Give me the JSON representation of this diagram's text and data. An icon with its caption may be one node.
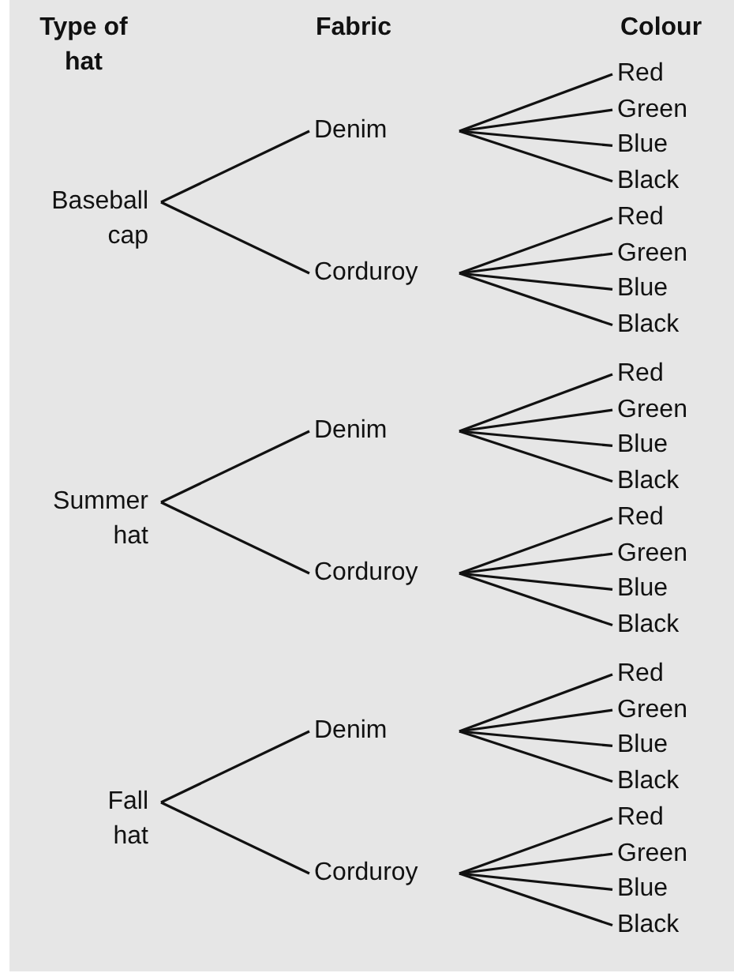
{
  "diagram": {
    "nodes": [
      {
        "text": [
          "Baseball cap"
        ]
      },
      {
        "text": [
          "Denim"
        ]
      },
      {
        "text": [
          "Red"
        ]
      },
      {
        "text": [
          "Green"
        ]
      },
      {
        "text": [
          "Blue"
        ]
      },
      {
        "text": [
          "Black"
        ]
      },
      {
        "text": [
          "Corduroy"
        ]
      },
      {
        "text": [
          "Red"
        ]
      },
      {
        "text": [
          "Green"
        ]
      },
      {
        "text": [
          "Blue"
        ]
      },
      {
        "text": [
          "Black"
        ]
      },
      {
        "text": [
          "Summer hat"
        ]
      },
      {
        "text": [
          "Denim"
        ]
      },
      {
        "text": [
          "Red"
        ]
      },
      {
        "text": [
          "Green"
        ]
      },
      {
        "text": [
          "Blue"
        ]
      },
      {
        "text": [
          "Black"
        ]
      },
      {
        "text": [
          "Corduroy"
        ]
      },
      {
        "text": [
          "Red"
        ]
      },
      {
        "text": [
          "Green"
        ]
      },
      {
        "text": [
          "Blue"
        ]
      },
      {
        "text": [
          "Black"
        ]
      },
      {
        "text": [
          "Fall hat"
        ]
      },
      {
        "text": [
          "Denim"
        ]
      },
      {
        "text": [
          "Red"
        ]
      },
      {
        "text": [
          "Green"
        ]
      },
      {
        "text": [
          "Blue"
        ]
      },
      {
        "text": [
          "Black"
        ]
      },
      {
        "text": [
          "Corduroy"
        ]
      },
      {
        "text": [
          "Red"
        ]
      },
      {
        "text": [
          "Green"
        ]
      },
      {
        "text": [
          "Blue"
        ]
      },
      {
        "text": [
          "Black"
        ]
      }
    ],
    "edges": [
      {
        "from": 0,
        "to": 1,
        "arrow": "none"
      },
      {
        "from": 1,
        "to": 2,
        "arrow": "none"
      },
      {
        "from": 1,
        "to": 3,
        "arrow": "none"
      },
      {
        "from": 1,
        "to": 4,
        "arrow": "none"
      },
      {
        "from": 1,
        "to": 5,
        "arrow": "none"
      },
      {
        "from": 0,
        "to": 6,
        "arrow": "none"
      },
      {
        "from": 6,
        "to": 7,
        "arrow": "none"
      },
      {
        "from": 6,
        "to": 8,
        "arrow": "none"
      },
      {
        "from": 6,
        "to": 9,
        "arrow": "none"
      },
      {
        "from": 6,
        "to": 10,
        "arrow": "none"
      },
      {
        "from": 11,
        "to": 12,
        "arrow": "none"
      },
      {
        "from": 12,
        "to": 13,
        "arrow": "none"
      },
      {
        "from": 12,
        "to": 14,
        "arrow": "none"
      },
      {
        "from": 12,
        "to": 15,
        "arrow": "none"
      },
      {
        "from": 12,
        "to": 16,
        "arrow": "none"
      },
      {
        "from": 11,
        "to": 17,
        "arrow": "none"
      },
      {
        "from": 17,
        "to": 18,
        "arrow": "none"
      },
      {
        "from": 17,
        "to": 19,
        "arrow": "none"
      },
      {
        "from": 17,
        "to": 20,
        "arrow": "none"
      },
      {
        "from": 17,
        "to": 21,
        "arrow": "none"
      },
      {
        "from": 22,
        "to": 23,
        "arrow": "none"
      },
      {
        "from": 23,
        "to": 24,
        "arrow": "none"
      },
      {
        "from": 23,
        "to": 25,
        "arrow": "none"
      },
      {
        "from": 23,
        "to": 26,
        "arrow": "none"
      },
      {
        "from": 23,
        "to": 27,
        "arrow": "none"
      },
      {
        "from": 22,
        "to": 28,
        "arrow": "none"
      },
      {
        "from": 28,
        "to": 29,
        "arrow": "none"
      },
      {
        "from": 28,
        "to": 30,
        "arrow": "none"
      },
      {
        "from": 28,
        "to": 31,
        "arrow": "none"
      },
      {
        "from": 28,
        "to": 32,
        "arrow": "none"
      }
    ],
    "labels": [
      "Type of hat",
      "Fabric",
      "Colour"
    ]
  }
}
